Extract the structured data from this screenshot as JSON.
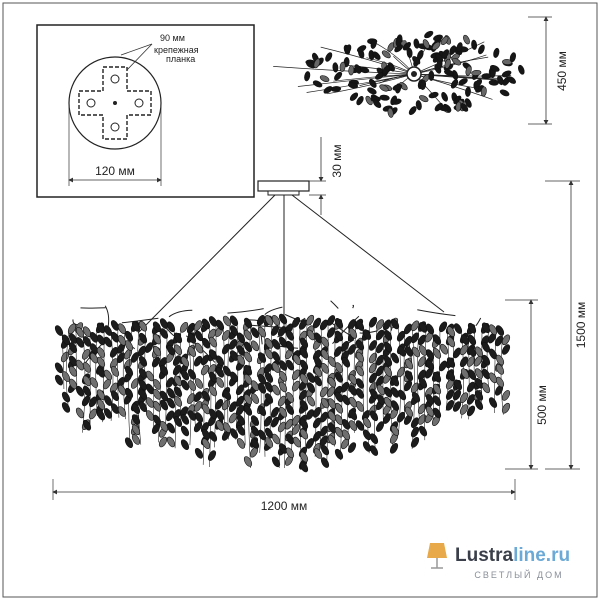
{
  "mount_detail": {
    "outer_label": "90 мм",
    "plate_label_line1": "крепежная",
    "plate_label_line2": "планка",
    "diameter_label": "120 мм"
  },
  "top_view": {
    "width_label": "450 мм"
  },
  "canopy": {
    "height_label": "30 мм"
  },
  "front_view": {
    "total_height_label": "1500 мм",
    "body_height_label": "500 мм",
    "width_label": "1200 мм"
  },
  "brand": {
    "name_part1": "Lustra",
    "name_part2": "line.ru",
    "tagline": "СВЕТЛЫЙ ДОМ",
    "color_dark": "#3a3f4a",
    "color_accent": "#6ba9d6"
  }
}
